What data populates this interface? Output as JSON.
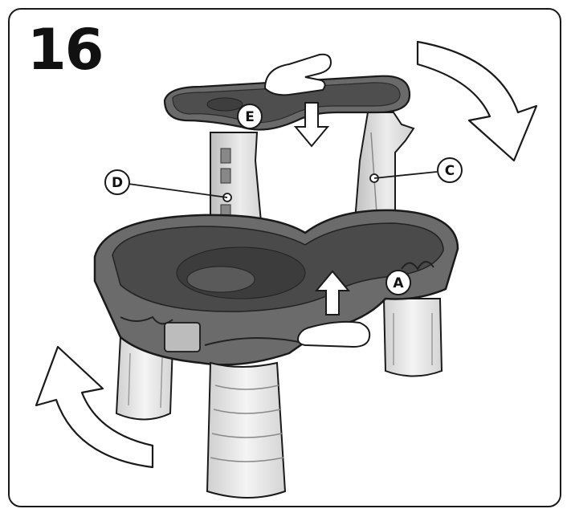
{
  "step": {
    "number": "16"
  },
  "callouts": [
    {
      "id": "E",
      "label": "E"
    },
    {
      "id": "D",
      "label": "D"
    },
    {
      "id": "C",
      "label": "C"
    },
    {
      "id": "A",
      "label": "A"
    }
  ],
  "colors": {
    "dark_plastic": "#5a5a5a",
    "mid_plastic": "#7a7a7a",
    "light_plastic": "#e9e9e9",
    "outline": "#1a1a1a"
  },
  "icons": [
    "rotate-clockwise-arrow-icon",
    "rotate-counterclockwise-arrow-icon",
    "push-down-arrow-icon",
    "push-up-arrow-icon",
    "hand-icon"
  ]
}
